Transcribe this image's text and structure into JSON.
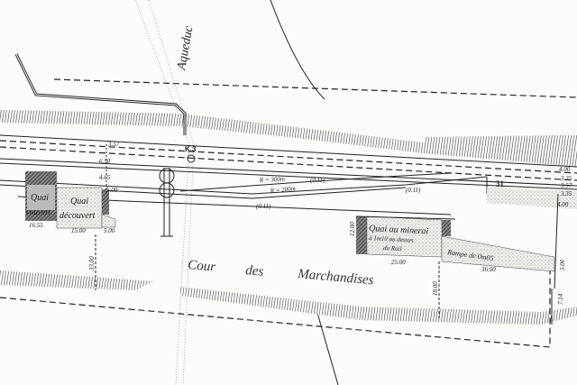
{
  "plan": {
    "aqueduct_label": "Aqueduc",
    "marker_k3": "K.3",
    "track_number": "31",
    "yard_label": [
      "Cour",
      "des",
      "Marchandises"
    ],
    "covered_platform": [
      "Quai",
      "couvert"
    ],
    "open_platform": [
      "Quai",
      "découvert"
    ],
    "ore_platform": [
      "Quai au minerai",
      "à 1m10 au dessus",
      "du Rail"
    ],
    "ramp_label": "Rampe de 0m05",
    "curves": [
      "R = 300m",
      "R = 200m"
    ],
    "gradients": [
      "(0.11)",
      "(0.11)",
      "(0.11)"
    ],
    "dimensions": {
      "d_left_top": "3.57",
      "d_650": "6.50",
      "d_465": "4.65",
      "d_500_top": "5.00",
      "d_1655": "16.55",
      "d_1500": "15.00",
      "d_500": "5.00",
      "d_3300": "33.00",
      "d_2500": "25.00",
      "d_3600": "36.00",
      "d_1800": "18.00",
      "d_ore_h": "12.00",
      "d_right_400a": "4.00",
      "d_right_335": "3.35",
      "d_right_357": "3.57",
      "d_right_335b": "3.35",
      "d_right_400b": "4.00",
      "d_right_low1": "5.00",
      "d_right_low2": "7.14"
    },
    "colors": {
      "ink": "#222222",
      "paper": "#fcfcfa",
      "hatch": "#555555",
      "stipple": "#d8d8d2"
    }
  }
}
